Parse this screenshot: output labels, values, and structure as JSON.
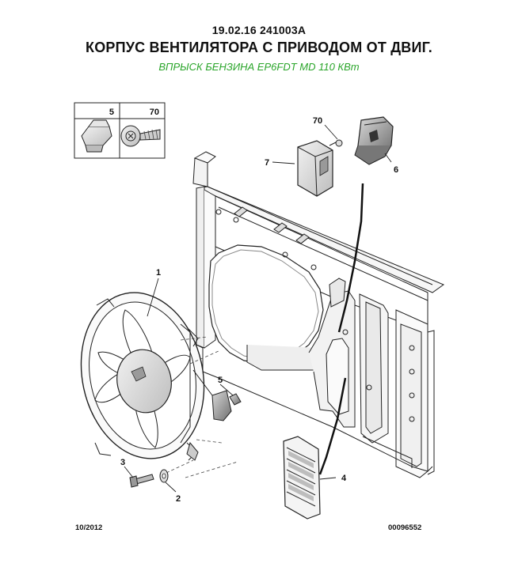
{
  "header": {
    "reference": "19.02.16 241003A",
    "title": "КОРПУС ВЕНТИЛЯТОРА С ПРИВОДОМ ОТ ДВИГ.",
    "subtitle": "ВПРЫСК БЕНЗИНА EP6FDT MD 110 КВт"
  },
  "legend_box": {
    "items": [
      {
        "number": "5",
        "part": "clip"
      },
      {
        "number": "70",
        "part": "screw"
      }
    ]
  },
  "callouts": [
    {
      "number": "70",
      "part": "screw"
    },
    {
      "number": "7",
      "part": "control-module"
    },
    {
      "number": "6",
      "part": "resistor-connector"
    },
    {
      "number": "1",
      "part": "fan-assembly"
    },
    {
      "number": "5",
      "part": "clip"
    },
    {
      "number": "3",
      "part": "bolt"
    },
    {
      "number": "2",
      "part": "washer"
    },
    {
      "number": "4",
      "part": "air-flap-louvre"
    }
  ],
  "footer": {
    "date": "10/2012",
    "document_number": "00096552"
  },
  "colors": {
    "subtitle": "#2aa52a",
    "line": "#222222",
    "shade": "#9a9a9a"
  }
}
